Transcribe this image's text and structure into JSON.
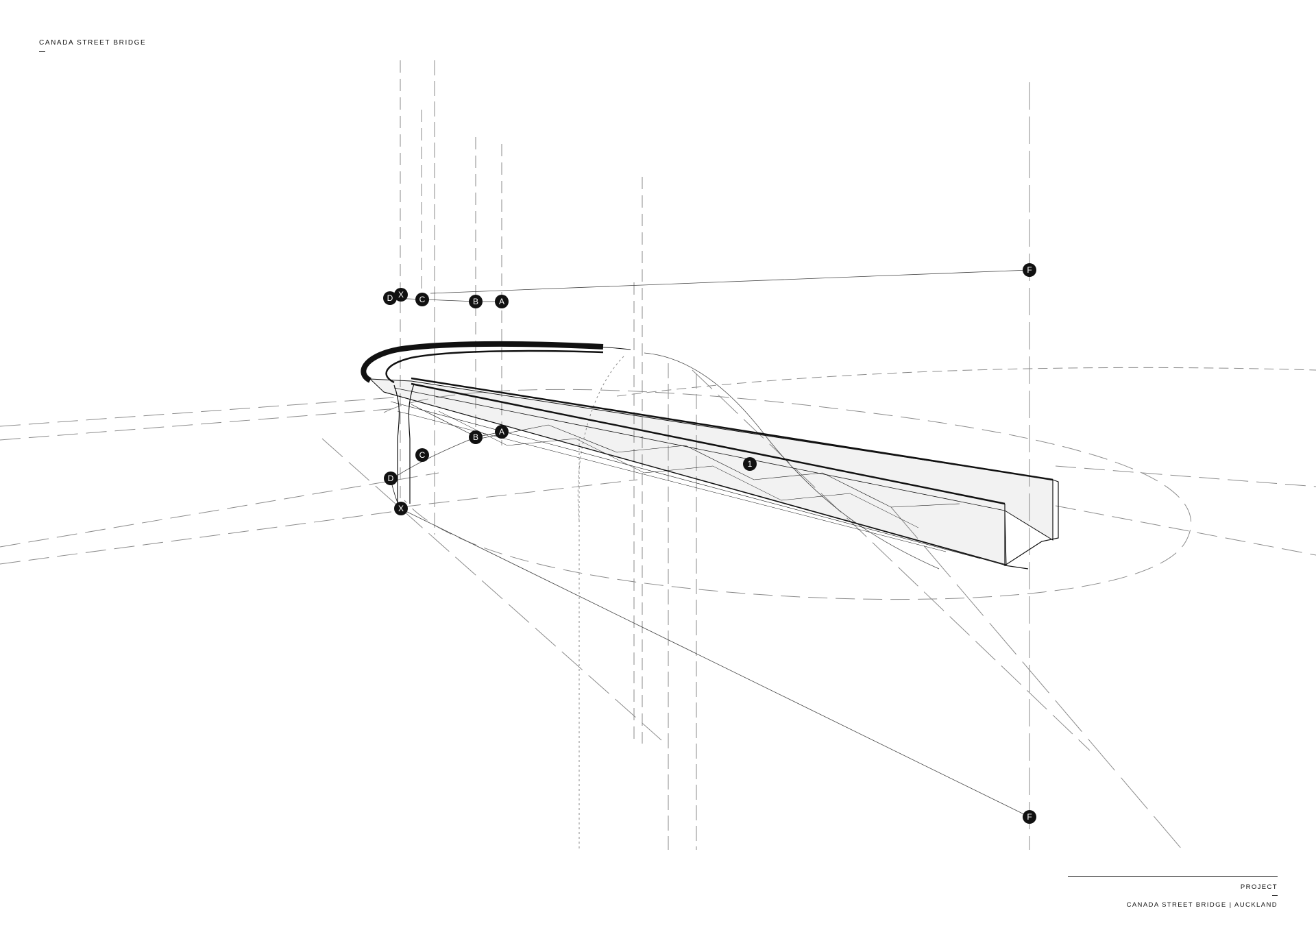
{
  "header": {
    "title": "CANADA STREET BRIDGE"
  },
  "markers": [
    {
      "id": "marker-f-top",
      "label": "F"
    },
    {
      "id": "marker-d-top",
      "label": "D"
    },
    {
      "id": "marker-x-top",
      "label": "X"
    },
    {
      "id": "marker-c-top",
      "label": "C"
    },
    {
      "id": "marker-b-top",
      "label": "B"
    },
    {
      "id": "marker-a-top",
      "label": "A"
    },
    {
      "id": "marker-b-mid",
      "label": "B"
    },
    {
      "id": "marker-a-mid",
      "label": "A"
    },
    {
      "id": "marker-c-mid",
      "label": "C"
    },
    {
      "id": "marker-d-mid",
      "label": "D"
    },
    {
      "id": "marker-x-bottom",
      "label": "X"
    },
    {
      "id": "marker-1",
      "label": "1"
    },
    {
      "id": "marker-f-bottom",
      "label": "F"
    }
  ],
  "title_block": {
    "label": "PROJECT",
    "name": "CANADA STREET BRIDGE | AUCKLAND"
  },
  "colors": {
    "ink": "#111111",
    "construction": "#8a8a8a",
    "marker_fill": "#111111",
    "marker_text": "#ffffff"
  }
}
